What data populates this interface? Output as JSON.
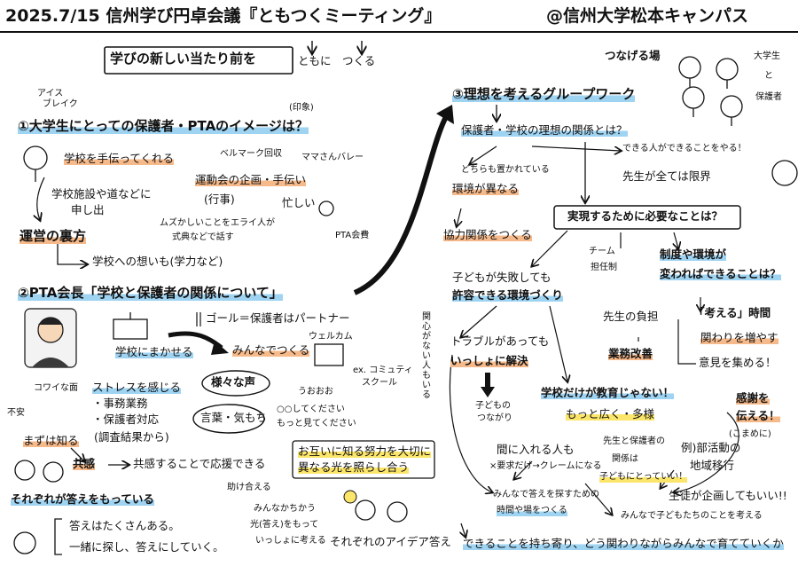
{
  "header": {
    "date_title": "2025.7/15  信州学び円卓会議『ともつくミーティング』",
    "venue": "@信州大学松本キャンパス"
  },
  "theme": {
    "boxed": "学びの新しい当たり前を",
    "rest": "ともに　つくる"
  },
  "ice": {
    "label1": "アイス",
    "label2": "ブレイク",
    "title": "①大学生にとっての保護者・PTAのイメージは？",
    "impression": "(印象)",
    "i1": "学校を手伝ってくれる",
    "i2": "ベルマーク回収",
    "i3": "ママさんバレー",
    "i4": "学校施設や道などに",
    "i5": "申し出",
    "i6": "運動会の企画・手伝い",
    "i7": "(行事)",
    "i8": "忙しい",
    "i9": "運営の裏方",
    "i10": "ムズかしいことをエライ人が",
    "i11": "式典などで話す",
    "i12": "PTA会費",
    "i13": "学校への想いも(学力など)"
  },
  "pta": {
    "title": "②PTA会長「学校と保護者の関係について」",
    "goal": "ゴール＝保護者はパートナー",
    "s1": "学校にまかせる",
    "s2": "みんなでつくる",
    "s3": "ウェルカム",
    "s4": "ex. コミュティ",
    "s5": "スクール",
    "s6": "様々な声",
    "s7": "言葉・気もち",
    "s8": "うおおお",
    "s9": "○○してください",
    "s10": "もっと見てください",
    "s11": "コワイな面",
    "s12": "不安",
    "s13": "ストレスを感じる",
    "s14": "・事務業務",
    "s15": "・保護者対応",
    "s16": "(調査結果から)",
    "s17": "まずは知る",
    "s18": "共感",
    "s19": "共感することで応援できる",
    "s20": "それぞれが答えをもっている",
    "s21": "答えはたくさんある。",
    "s22": "一緒に探し、答えにしていく。",
    "s23": "助け合える",
    "s24": "みんなかちかう",
    "s25": "光(答え)をもって",
    "s26": "いっしょに考える",
    "s27": "お互いに知る努力を大切に",
    "s28": "異なる光を照らし合う",
    "s29": "それぞれのアイデア答え"
  },
  "group": {
    "title": "③理想を考えるグループワーク",
    "place": "つなげる場",
    "students": "大学生",
    "and": "と",
    "parents": "保護者",
    "q": "保護者・学校の理想の関係とは？",
    "g1": "どちらも置かれている",
    "g2": "環境が異なる",
    "g3": "協力関係をつくる",
    "g4": "できる人ができることをやる！",
    "g5": "先生が全ては限界",
    "g6": "実現するために必要なことは？",
    "g7": "チーム",
    "g8": "担任制",
    "g9": "制度や環境が",
    "g10": "変わればできることは？",
    "g11": "子どもが失敗しても",
    "g12": "許容できる環境づくり",
    "g13": "関心がない人もいる",
    "g14": "トラブルがあっても",
    "g15": "いっしょに解決",
    "g16": "先生の負担",
    "g17": "業務改善",
    "g18": "「考える」時間",
    "g19": "関わりを増やす",
    "g20": "意見を集める！",
    "g21": "子どもの",
    "g22": "つながり",
    "g23": "学校だけが教育じゃない！",
    "g24": "もっと広く・多様",
    "g25": "感謝を",
    "g26": "伝える！",
    "g27": "(こまめに)",
    "g28": "間に入れる人も",
    "g29": "×要求だけ→クレームになる",
    "g30": "先生と保護者の",
    "g31": "関係は",
    "g32": "子どもにとっていい！",
    "g33": "例)部活動の",
    "g34": "地域移行",
    "g35": "みんなで答えを探すための",
    "g36": "時間や場をつくる",
    "g37": "生徒が企画してもいい!!",
    "g38": "みんなで子どもたちのことを考える",
    "g39": "できることを持ち寄り、どう関わりながらみんなで育てていくか"
  },
  "colors": {
    "blue_highlight": "#9ed3f2",
    "orange_highlight": "#f6b98a",
    "yellow_highlight": "#fbe56a",
    "ink": "#111111"
  }
}
